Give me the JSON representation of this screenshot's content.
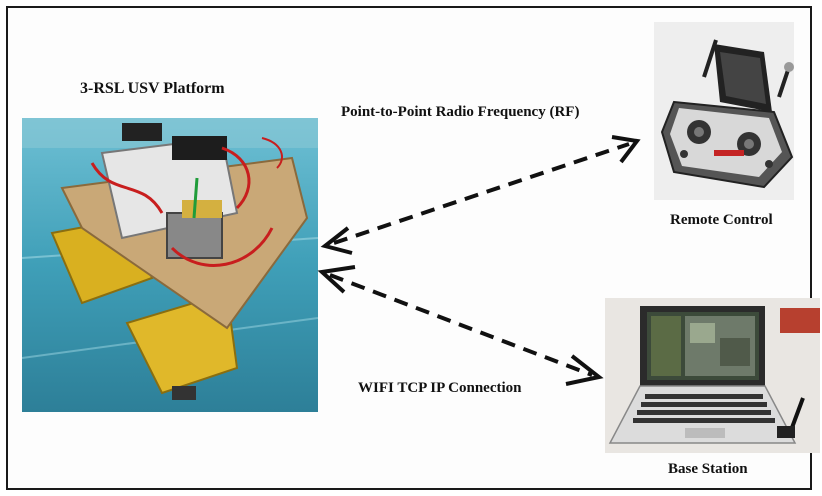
{
  "labels": {
    "platform": "3-RSL USV Platform",
    "rf_link": "Point-to-Point Radio Frequency (RF)",
    "wifi_link": "WIFI TCP IP Connection",
    "remote": "Remote Control",
    "base": "Base Station"
  },
  "colors": {
    "water": "#3f9fb8",
    "deck": "#c9a877",
    "hull": "#d9b020",
    "arrow": "#111111"
  },
  "icons": {
    "platform_photo": "boat-photo",
    "remote_photo": "remote-control-photo",
    "base_photo": "laptop-photo"
  }
}
